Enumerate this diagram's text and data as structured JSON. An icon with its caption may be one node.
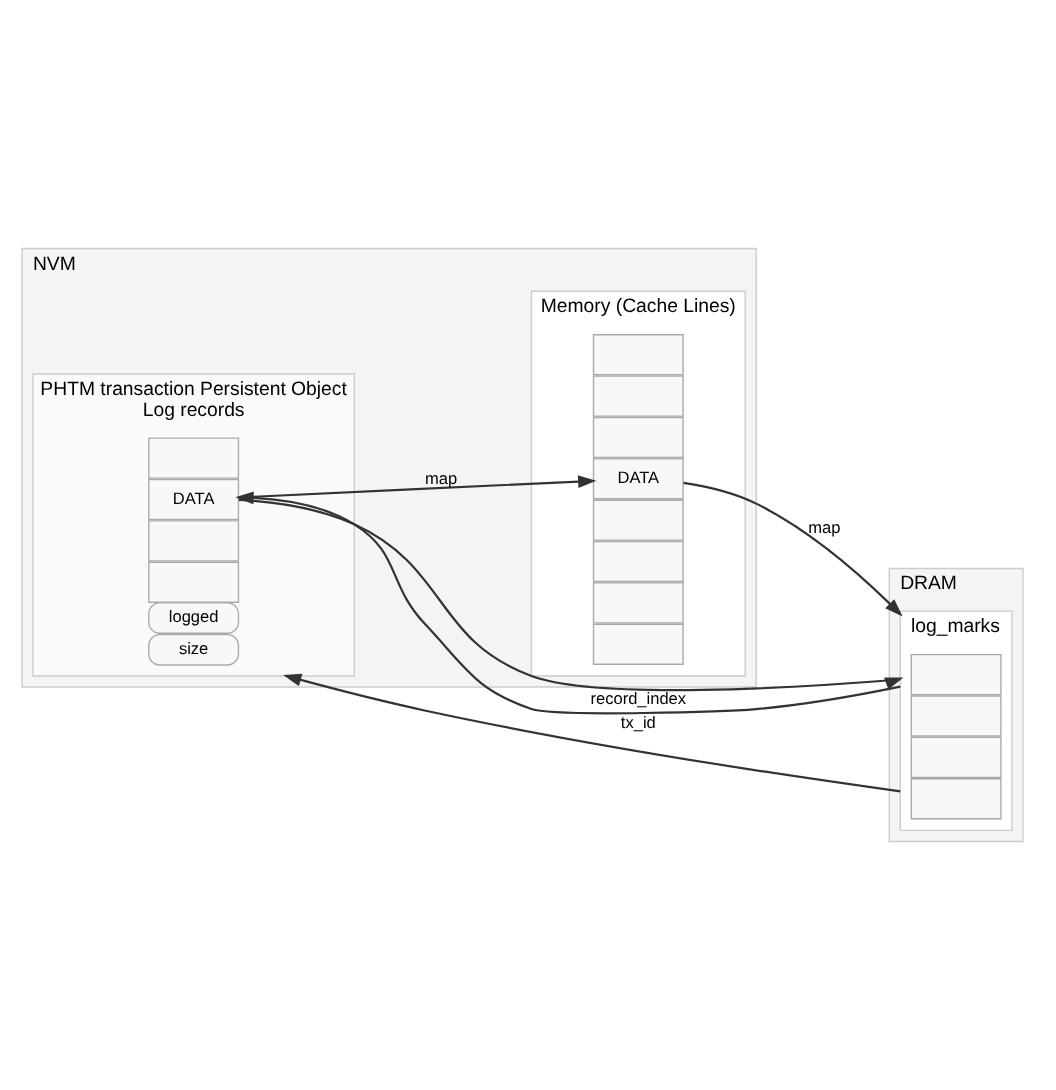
{
  "diagram": {
    "nodes": [
      {
        "text": [
          "NVM"
        ]
      },
      {
        "text": [
          "PHTM transaction Persistent Object",
          "Log records"
        ],
        "in": 0
      },
      {
        "text": [],
        "shape": "box",
        "in": 1
      },
      {
        "text": [
          "DATA"
        ],
        "in": 1
      },
      {
        "text": [],
        "shape": "box",
        "in": 1
      },
      {
        "text": [],
        "shape": "box",
        "in": 1
      },
      {
        "text": [
          "logged"
        ],
        "in": 1
      },
      {
        "text": [
          "size"
        ],
        "in": 1
      },
      {
        "text": [
          "Memory (Cache Lines)"
        ],
        "in": 0
      },
      {
        "text": [],
        "shape": "box",
        "in": 8
      },
      {
        "text": [],
        "shape": "box",
        "in": 8
      },
      {
        "text": [],
        "shape": "box",
        "in": 8
      },
      {
        "text": [
          "DATA"
        ],
        "in": 8
      },
      {
        "text": [],
        "shape": "box",
        "in": 8
      },
      {
        "text": [],
        "shape": "box",
        "in": 8
      },
      {
        "text": [],
        "shape": "box",
        "in": 8
      },
      {
        "text": [],
        "shape": "box",
        "in": 8
      },
      {
        "text": [
          "DRAM"
        ]
      },
      {
        "text": [
          "log_marks"
        ],
        "in": 17
      },
      {
        "text": [],
        "shape": "box",
        "in": 18
      },
      {
        "text": [],
        "shape": "box",
        "in": 18
      },
      {
        "text": [],
        "shape": "box",
        "in": 18
      },
      {
        "text": [],
        "shape": "box",
        "in": 18
      }
    ],
    "edges": [
      {
        "from": 3,
        "to": 12,
        "label": "map",
        "arrow": "to"
      },
      {
        "from": 3,
        "to": 18,
        "arrow": "to"
      },
      {
        "from": 12,
        "to": 18,
        "label": "map",
        "arrow": "to"
      },
      {
        "from": 18,
        "to": 3,
        "label": "record_index",
        "arrow": "to"
      },
      {
        "from": 18,
        "to": 1,
        "label": "tx_id",
        "arrow": "to"
      }
    ]
  }
}
